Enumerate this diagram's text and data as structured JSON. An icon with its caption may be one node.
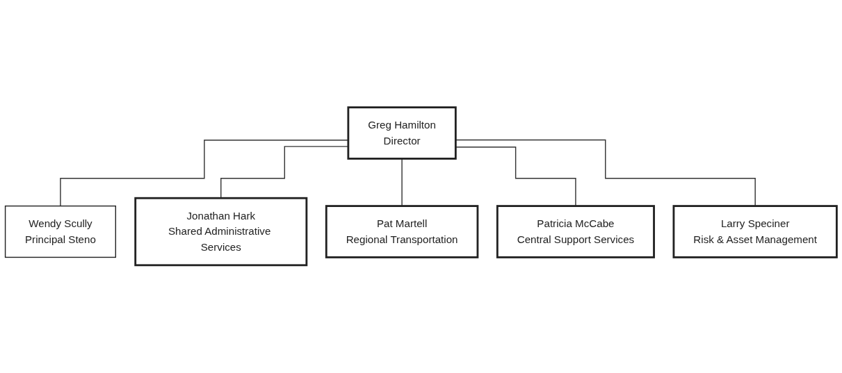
{
  "diagram": {
    "nodes": [
      {
        "text": [
          "Greg Hamilton",
          "Director"
        ]
      },
      {
        "text": [
          "Wendy Scully",
          "Principal Steno"
        ]
      },
      {
        "text": [
          "Jonathan Hark",
          "Shared Administrative Services"
        ]
      },
      {
        "text": [
          "Pat Martell",
          "Regional Transportation"
        ]
      },
      {
        "text": [
          "Patricia McCabe",
          "Central Support Services"
        ]
      },
      {
        "text": [
          "Larry Speciner",
          "Risk & Asset Management"
        ]
      }
    ],
    "edges": [
      {
        "from": 0,
        "to": 1,
        "arrow": "none"
      },
      {
        "from": 0,
        "to": 2,
        "arrow": "none"
      },
      {
        "from": 0,
        "to": 3,
        "arrow": "none"
      },
      {
        "from": 0,
        "to": 4,
        "arrow": "none"
      },
      {
        "from": 0,
        "to": 5,
        "arrow": "none"
      }
    ]
  }
}
